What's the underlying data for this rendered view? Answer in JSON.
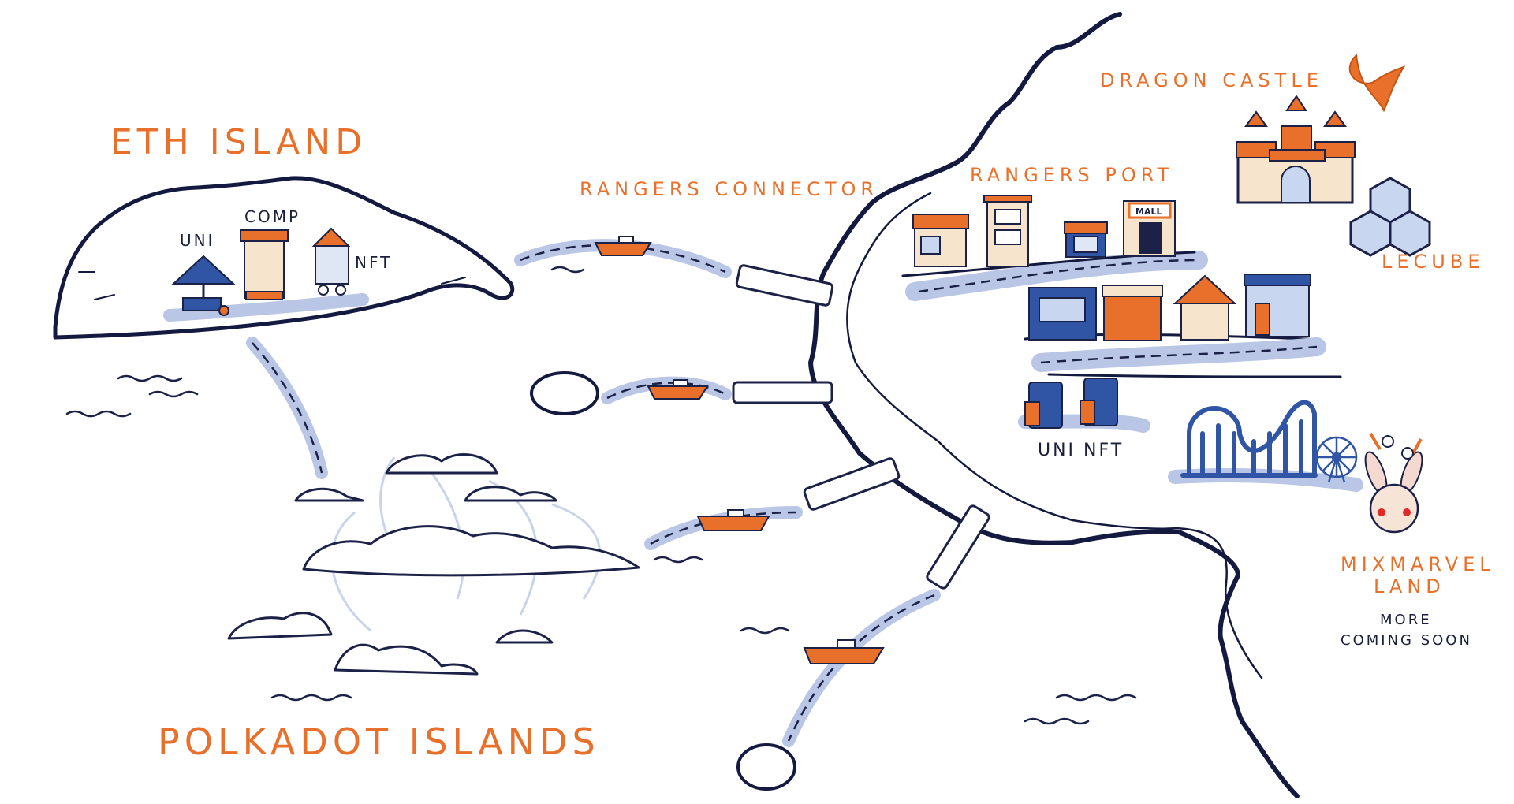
{
  "map": {
    "labels": {
      "eth_island": "ETH ISLAND",
      "uni": "UNI",
      "comp": "COMP",
      "nft": "NFT",
      "rangers_connector": "RANGERS CONNECTOR",
      "dragon_castle": "DRAGON CASTLE",
      "rangers_port": "RANGERS PORT",
      "mall_sign": "MALL",
      "lecube": "LECUBE",
      "uni_nft": "UNI  NFT",
      "mixmarvel_line1": "MIXMARVEL",
      "mixmarvel_line2": "LAND",
      "coming_line1": "MORE",
      "coming_line2": "COMING SOON",
      "polkadot_islands": "POLKADOT ISLANDS"
    },
    "colors": {
      "accent_orange": "#e8702a",
      "navy": "#141a3f",
      "route_blue": "#b9c6e6",
      "building_blue": "#2f55a4"
    },
    "icons": [
      "boat-icon",
      "bridge-icon",
      "castle-icon",
      "dragon-icon",
      "cube-icon",
      "shop-icon",
      "mall-icon",
      "roller-coaster-icon",
      "ferris-wheel-icon",
      "bunny-mascot-icon",
      "atm-icon",
      "cart-icon"
    ]
  }
}
